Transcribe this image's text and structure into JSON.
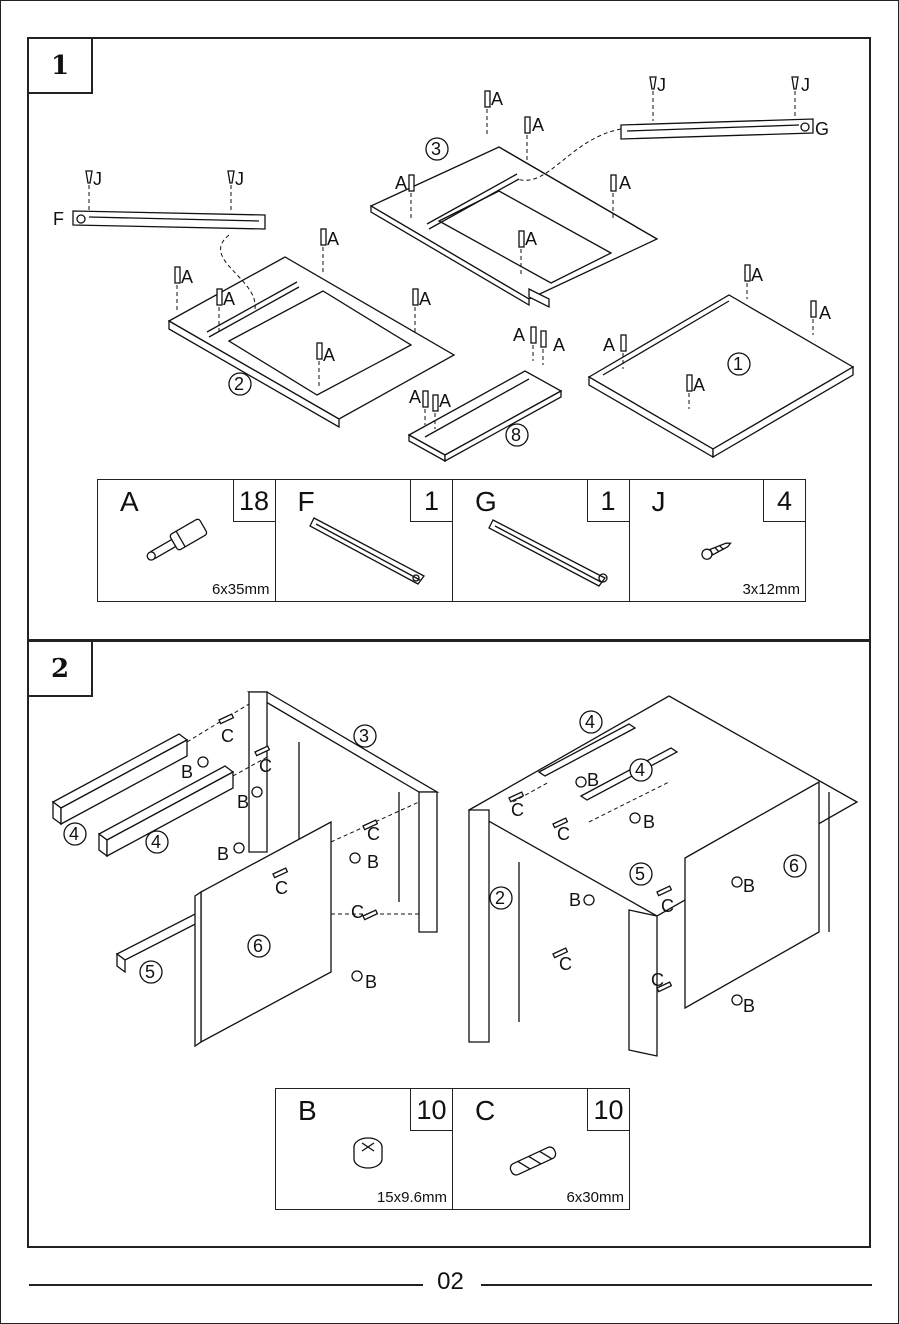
{
  "page_number": "02",
  "step1": {
    "number": "1",
    "panel_labels": [
      "1",
      "2",
      "3",
      "8"
    ],
    "part_letters": {
      "a": "A",
      "f": "F",
      "g": "G",
      "j": "J"
    },
    "parts": [
      {
        "letter": "A",
        "qty": "18",
        "size": "6x35mm"
      },
      {
        "letter": "F",
        "qty": "1",
        "size": ""
      },
      {
        "letter": "G",
        "qty": "1",
        "size": ""
      },
      {
        "letter": "J",
        "qty": "4",
        "size": "3x12mm"
      }
    ]
  },
  "step2": {
    "number": "2",
    "panel_labels": [
      "2",
      "3",
      "4",
      "5",
      "6"
    ],
    "part_letters": {
      "b": "B",
      "c": "C"
    },
    "parts": [
      {
        "letter": "B",
        "qty": "10",
        "size": "15x9.6mm"
      },
      {
        "letter": "C",
        "qty": "10",
        "size": "6x30mm"
      }
    ]
  },
  "icons": [
    "cam-dowel-icon",
    "drawer-runner-icon",
    "screw-icon",
    "cam-lock-icon",
    "wood-dowel-icon"
  ]
}
